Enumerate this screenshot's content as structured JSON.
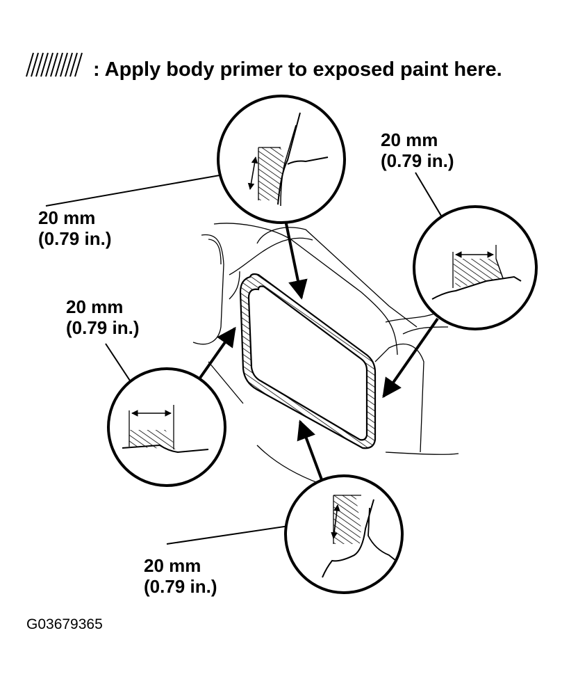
{
  "legend": {
    "icon": "hatch-pattern-icon",
    "text": ": Apply body primer to exposed paint here."
  },
  "callouts": [
    {
      "id": "top",
      "mm": "20 mm",
      "in": "(0.79 in.)"
    },
    {
      "id": "right",
      "mm": "20 mm",
      "in": "(0.79 in.)"
    },
    {
      "id": "left",
      "mm": "20 mm",
      "in": "(0.79 in.)"
    },
    {
      "id": "bottom",
      "mm": "20 mm",
      "in": "(0.79 in.)"
    }
  ],
  "figure_code": "G03679365",
  "colors": {
    "ink": "#000000",
    "paper": "#ffffff"
  }
}
